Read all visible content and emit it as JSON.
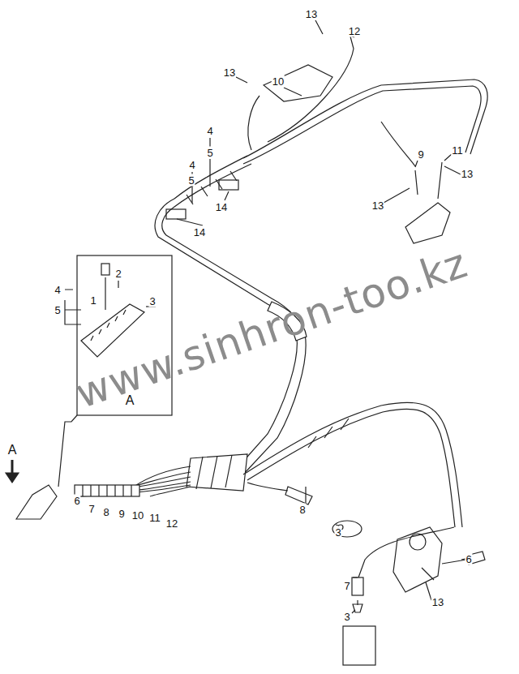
{
  "diagram": {
    "labels": [
      "13",
      "12",
      "13",
      "10",
      "4",
      "5",
      "4",
      "11",
      "9",
      "13",
      "5",
      "14",
      "13",
      "14",
      "2",
      "4",
      "1",
      "3",
      "5",
      "A",
      "A",
      "www.sinhron-too.kz",
      "6",
      "7",
      "8",
      "9",
      "10",
      "11",
      "12",
      "8",
      "3",
      "7",
      "6",
      "13",
      "3"
    ]
  }
}
